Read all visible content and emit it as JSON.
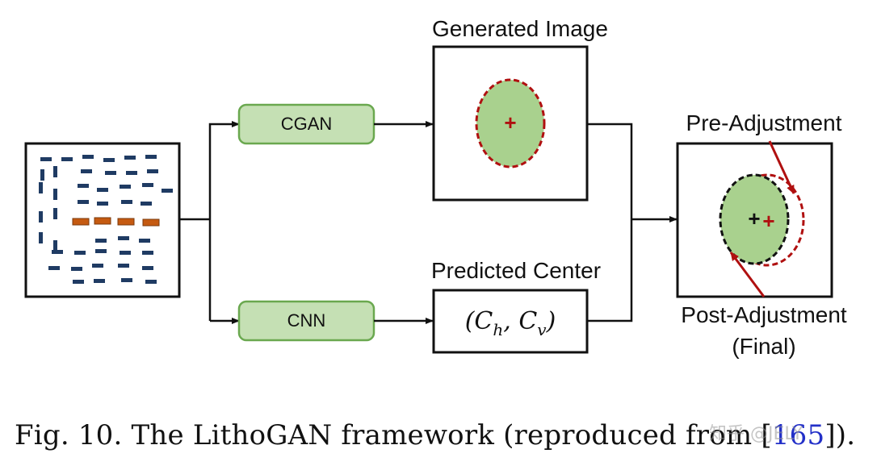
{
  "labels": {
    "cgan": "CGAN",
    "cnn": "CNN",
    "generated_image": "Generated Image",
    "predicted_center": "Predicted Center",
    "center_formula": "(C",
    "center_h": "h",
    "center_sep": ", C",
    "center_v": "v",
    "center_close": ")",
    "pre_adjustment": "Pre-Adjustment",
    "post_adjustment": "Post-Adjustment",
    "final": "(Final)",
    "plus": "+"
  },
  "caption": {
    "prefix": "Fig. 10.  The LithoGAN framework (reproduced from [",
    "ref": "165",
    "suffix": "])."
  },
  "watermark": "知乎 @JELY",
  "colors": {
    "green_fill": "#a9d18e",
    "green_box_fill": "#c5e0b4",
    "green_box_stroke": "#6aa84f",
    "red": "#b01010",
    "blue_bar": "#1f3b63",
    "orange_bar": "#c55a11",
    "ref_link": "#2330c8"
  }
}
